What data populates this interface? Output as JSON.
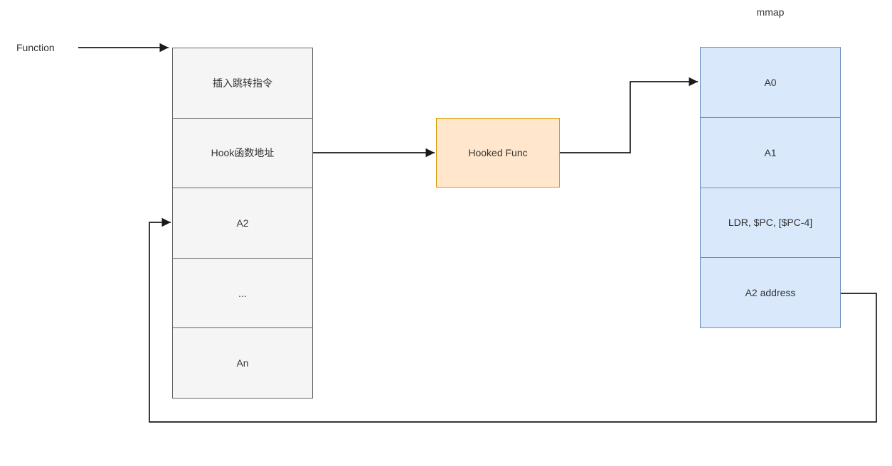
{
  "function_label": "Function",
  "mmap_label": "mmap",
  "function_stack": {
    "fill": "#f5f5f5",
    "stroke": "#666666",
    "cells": [
      "插入跳转指令",
      "Hook函数地址",
      "A2",
      "...",
      "An"
    ]
  },
  "hooked_func_box": {
    "fill": "#ffe6cc",
    "stroke": "#d79b00",
    "label": "Hooked Func"
  },
  "mmap_stack": {
    "fill": "#dae8fc",
    "stroke": "#6c8ebf",
    "cells": [
      "A0",
      "A1",
      "LDR, $PC, [$PC-4]",
      "A2 address"
    ]
  },
  "connector_color": "#1a1a1a"
}
